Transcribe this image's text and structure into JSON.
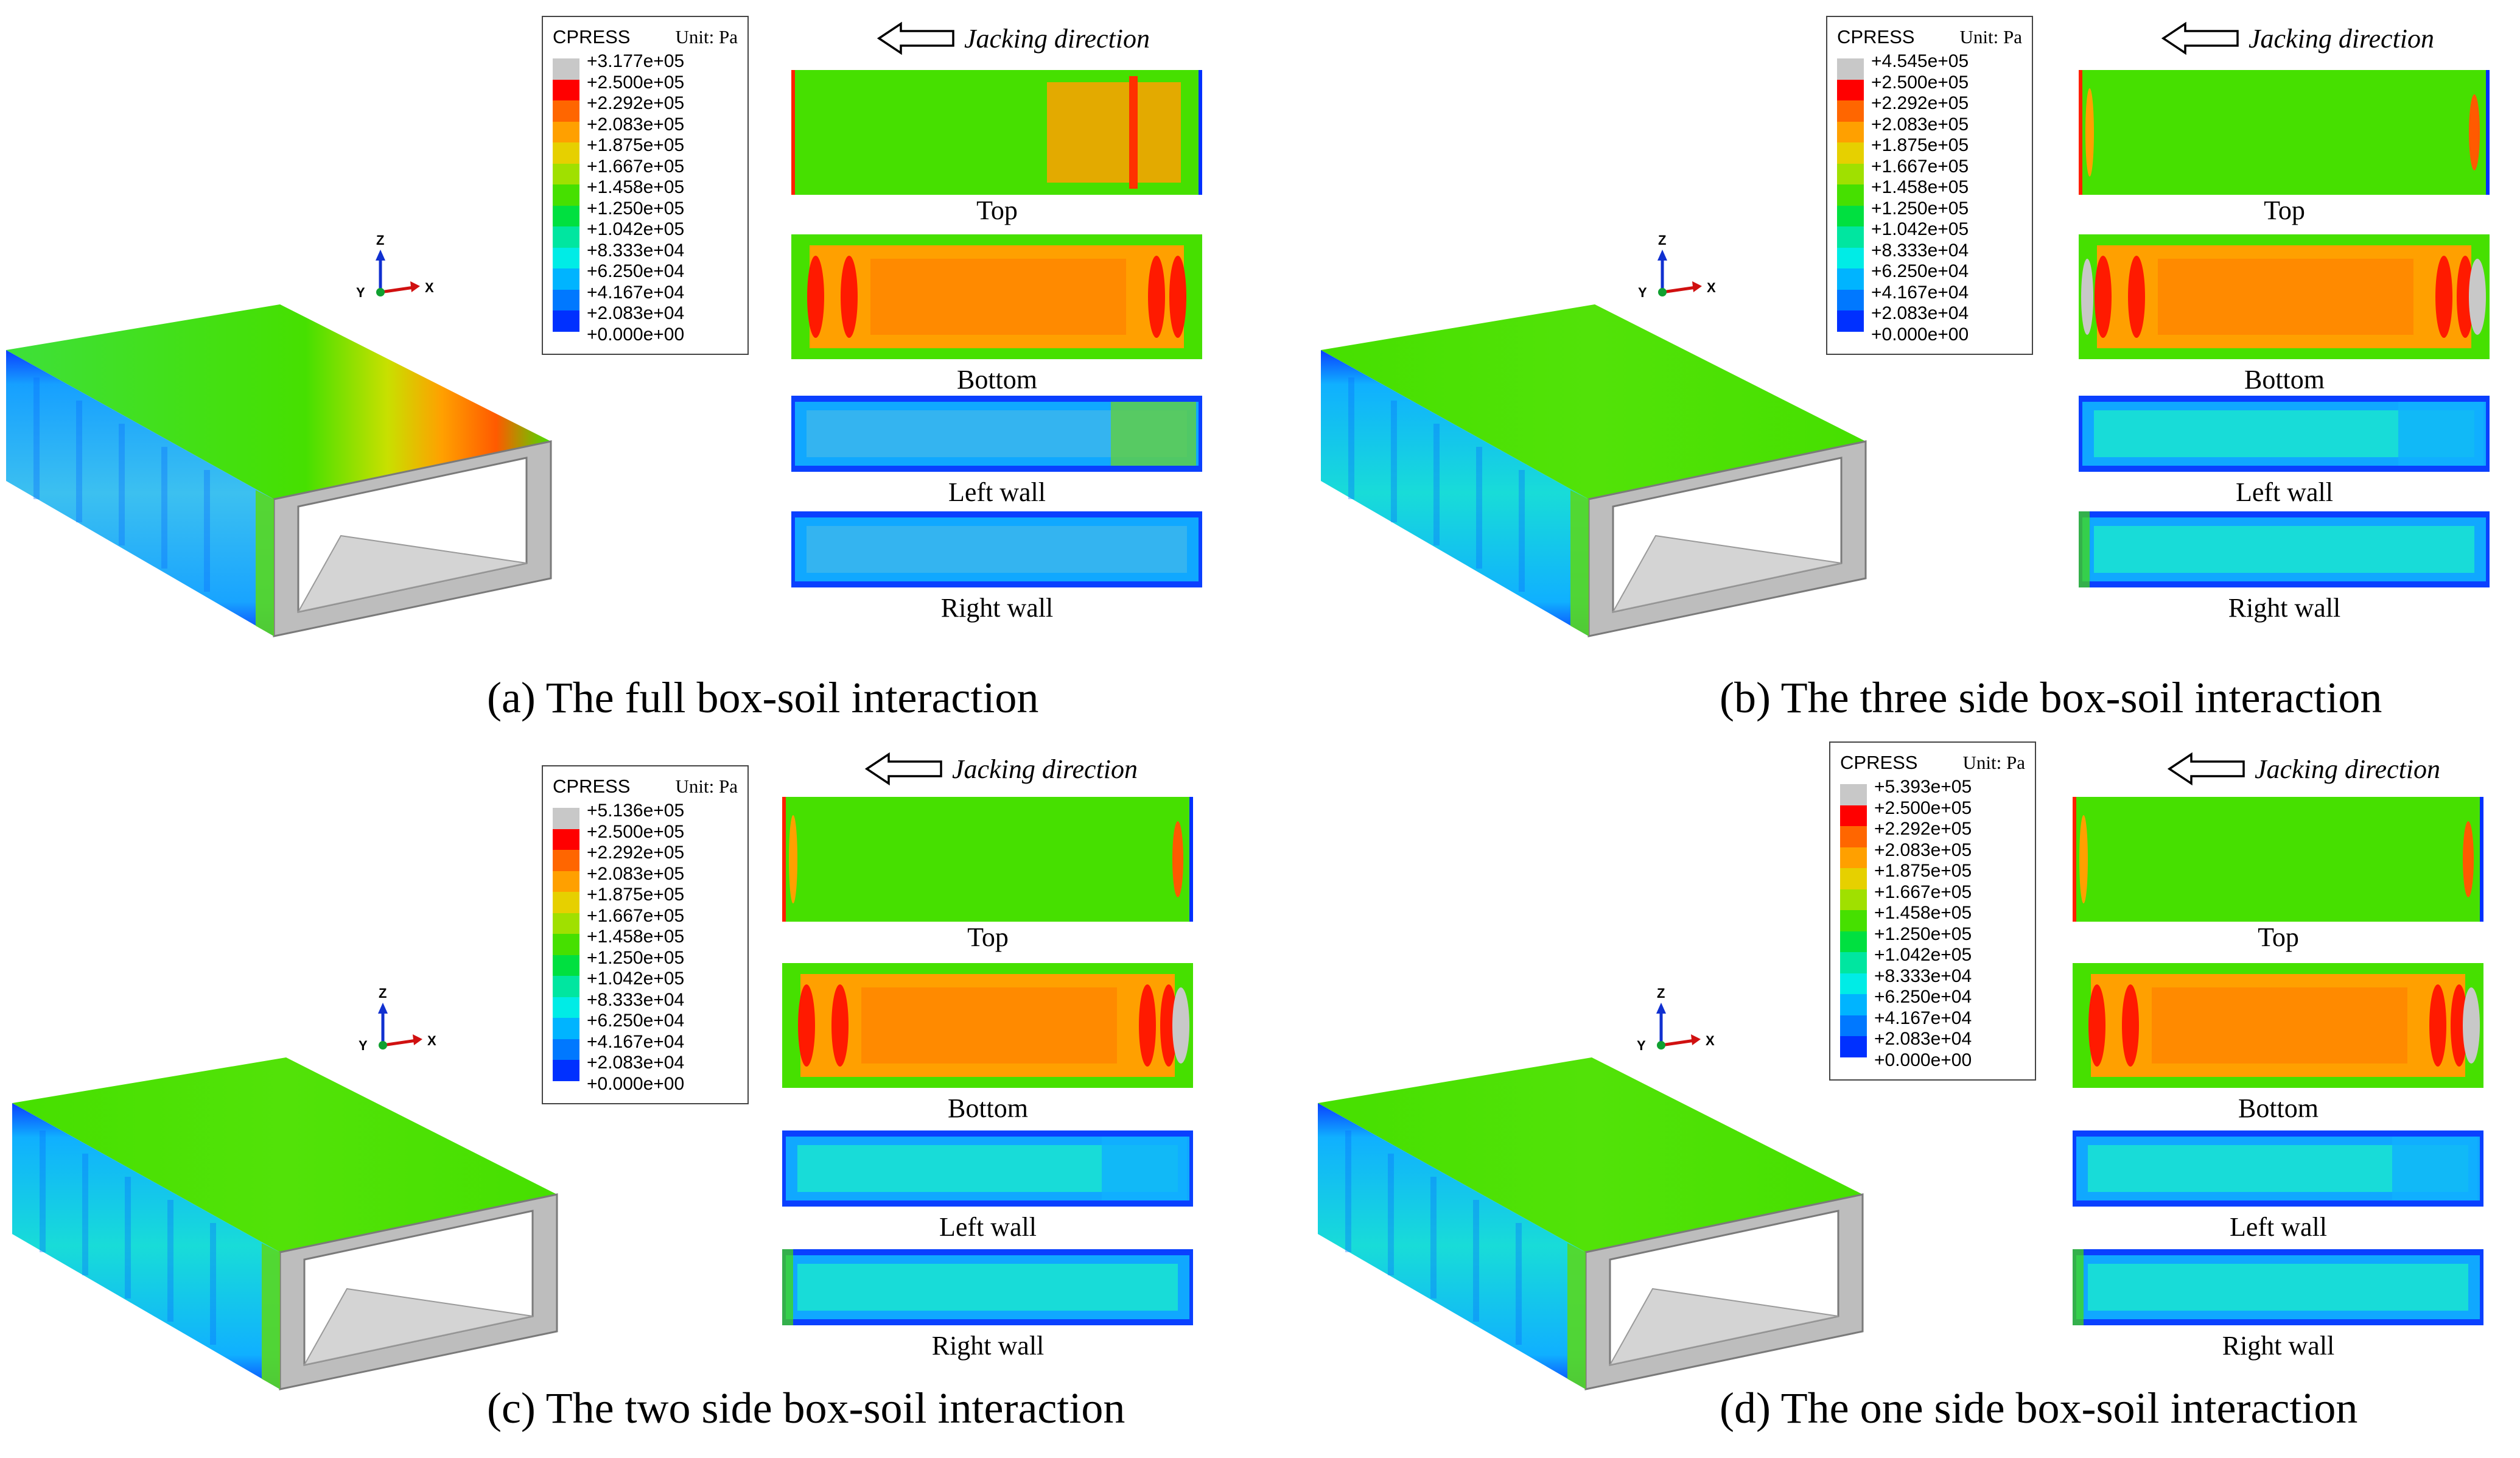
{
  "legend_colors": [
    "#c8c8c8",
    "#ff0000",
    "#ff6600",
    "#ffa000",
    "#e6d000",
    "#a0e000",
    "#46e000",
    "#00e040",
    "#00e6a0",
    "#00ece6",
    "#00b4ff",
    "#0078ff",
    "#0030ff"
  ],
  "panels": [
    {
      "id": "a",
      "legend_variable": "CPRESS",
      "legend_unit": "Unit: Pa",
      "legend_values": [
        "+3.177e+05",
        "+2.500e+05",
        "+2.292e+05",
        "+2.083e+05",
        "+1.875e+05",
        "+1.667e+05",
        "+1.458e+05",
        "+1.250e+05",
        "+1.042e+05",
        "+8.333e+04",
        "+6.250e+04",
        "+4.167e+04",
        "+2.083e+04",
        "+0.000e+00"
      ],
      "jacking_label": "Jacking direction",
      "strip_labels": [
        "Top",
        "Bottom",
        "Left wall",
        "Right wall"
      ],
      "caption": "(a) The full box-soil interaction",
      "axis_labels": {
        "z": "Z",
        "y": "Y",
        "x": "X"
      }
    },
    {
      "id": "b",
      "legend_variable": "CPRESS",
      "legend_unit": "Unit: Pa",
      "legend_values": [
        "+4.545e+05",
        "+2.500e+05",
        "+2.292e+05",
        "+2.083e+05",
        "+1.875e+05",
        "+1.667e+05",
        "+1.458e+05",
        "+1.250e+05",
        "+1.042e+05",
        "+8.333e+04",
        "+6.250e+04",
        "+4.167e+04",
        "+2.083e+04",
        "+0.000e+00"
      ],
      "jacking_label": "Jacking direction",
      "strip_labels": [
        "Top",
        "Bottom",
        "Left wall",
        "Right wall"
      ],
      "caption": "(b) The three side box-soil interaction",
      "axis_labels": {
        "z": "Z",
        "y": "Y",
        "x": "X"
      }
    },
    {
      "id": "c",
      "legend_variable": "CPRESS",
      "legend_unit": "Unit: Pa",
      "legend_values": [
        "+5.136e+05",
        "+2.500e+05",
        "+2.292e+05",
        "+2.083e+05",
        "+1.875e+05",
        "+1.667e+05",
        "+1.458e+05",
        "+1.250e+05",
        "+1.042e+05",
        "+8.333e+04",
        "+6.250e+04",
        "+4.167e+04",
        "+2.083e+04",
        "+0.000e+00"
      ],
      "jacking_label": "Jacking direction",
      "strip_labels": [
        "Top",
        "Bottom",
        "Left wall",
        "Right wall"
      ],
      "caption": "(c) The two side box-soil interaction",
      "axis_labels": {
        "z": "Z",
        "y": "Y",
        "x": "X"
      }
    },
    {
      "id": "d",
      "legend_variable": "CPRESS",
      "legend_unit": "Unit: Pa",
      "legend_values": [
        "+5.393e+05",
        "+2.500e+05",
        "+2.292e+05",
        "+2.083e+05",
        "+1.875e+05",
        "+1.667e+05",
        "+1.458e+05",
        "+1.250e+05",
        "+1.042e+05",
        "+8.333e+04",
        "+6.250e+04",
        "+4.167e+04",
        "+2.083e+04",
        "+0.000e+00"
      ],
      "jacking_label": "Jacking direction",
      "strip_labels": [
        "Top",
        "Bottom",
        "Left wall",
        "Right wall"
      ],
      "caption": "(d) The one side box-soil interaction",
      "axis_labels": {
        "z": "Z",
        "y": "Y",
        "x": "X"
      }
    }
  ]
}
